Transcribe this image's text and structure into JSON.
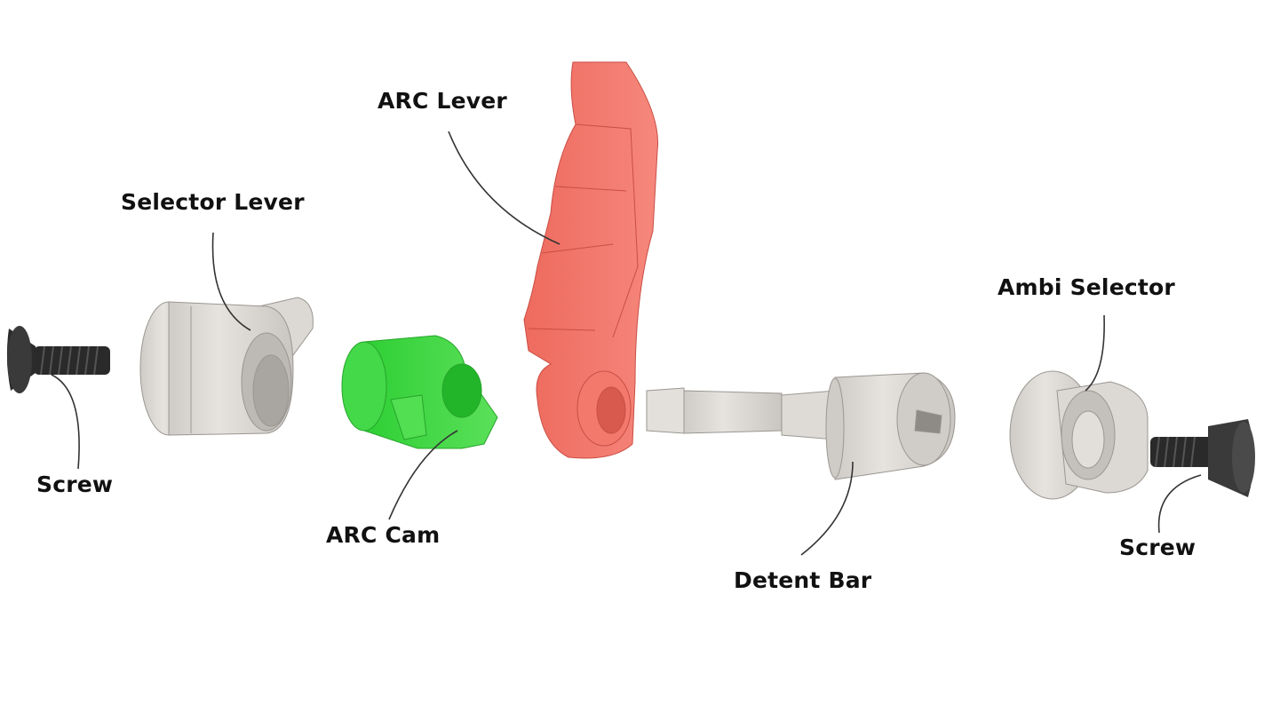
{
  "title": "Exploded view of ambidextrous selector with ARC components",
  "labels": {
    "arc_lever": "ARC Lever",
    "selector_lever": "Selector Lever",
    "ambi_selector": "Ambi Selector",
    "screw_left": "Screw",
    "arc_cam": "ARC Cam",
    "detent_bar": "Detent Bar",
    "screw_right": "Screw"
  },
  "colors": {
    "arc_lever": "#f07266",
    "arc_cam": "#3ed43e",
    "steel_part": "#d9d6d2",
    "screw": "#2a2a2a",
    "leader": "#333333"
  }
}
